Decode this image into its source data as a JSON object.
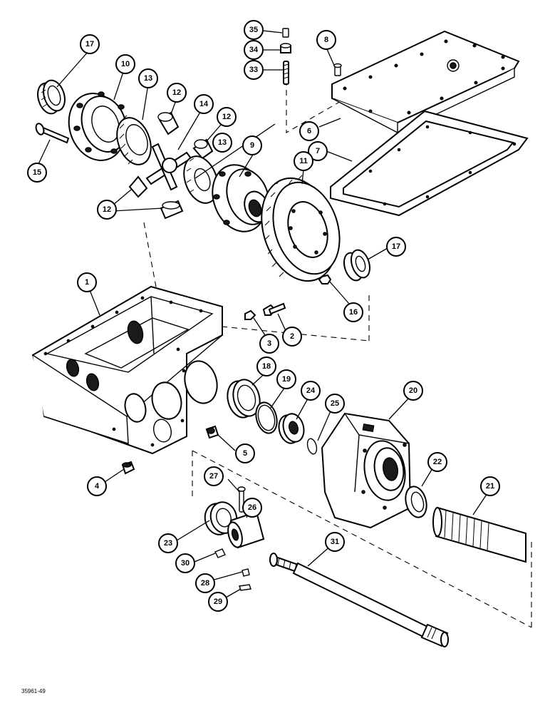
{
  "figure_id": "35961-49",
  "callouts": [
    {
      "id": "c1",
      "label": "1"
    },
    {
      "id": "c2",
      "label": "2"
    },
    {
      "id": "c3",
      "label": "3"
    },
    {
      "id": "c4",
      "label": "4"
    },
    {
      "id": "c5",
      "label": "5"
    },
    {
      "id": "c6",
      "label": "6"
    },
    {
      "id": "c7",
      "label": "7"
    },
    {
      "id": "c8",
      "label": "8"
    },
    {
      "id": "c9",
      "label": "9"
    },
    {
      "id": "c10",
      "label": "10"
    },
    {
      "id": "c11",
      "label": "11"
    },
    {
      "id": "c12a",
      "label": "12"
    },
    {
      "id": "c12b",
      "label": "12"
    },
    {
      "id": "c12c",
      "label": "12"
    },
    {
      "id": "c13a",
      "label": "13"
    },
    {
      "id": "c13b",
      "label": "13"
    },
    {
      "id": "c14",
      "label": "14"
    },
    {
      "id": "c15",
      "label": "15"
    },
    {
      "id": "c16",
      "label": "16"
    },
    {
      "id": "c17a",
      "label": "17"
    },
    {
      "id": "c17b",
      "label": "17"
    },
    {
      "id": "c18",
      "label": "18"
    },
    {
      "id": "c19",
      "label": "19"
    },
    {
      "id": "c20",
      "label": "20"
    },
    {
      "id": "c21",
      "label": "21"
    },
    {
      "id": "c22",
      "label": "22"
    },
    {
      "id": "c23",
      "label": "23"
    },
    {
      "id": "c24",
      "label": "24"
    },
    {
      "id": "c25",
      "label": "25"
    },
    {
      "id": "c26",
      "label": "26"
    },
    {
      "id": "c27",
      "label": "27"
    },
    {
      "id": "c28",
      "label": "28"
    },
    {
      "id": "c29",
      "label": "29"
    },
    {
      "id": "c30",
      "label": "30"
    },
    {
      "id": "c31",
      "label": "31"
    },
    {
      "id": "c33",
      "label": "33"
    },
    {
      "id": "c34",
      "label": "34"
    },
    {
      "id": "c35",
      "label": "35"
    }
  ]
}
